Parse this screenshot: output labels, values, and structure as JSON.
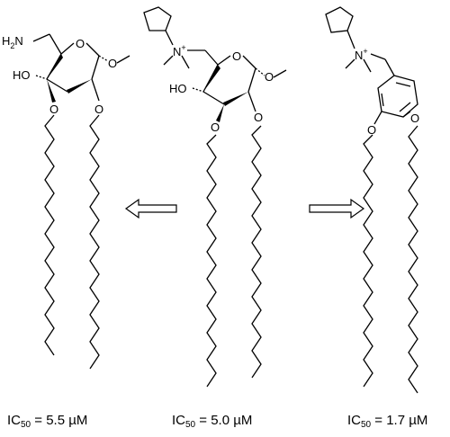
{
  "compounds": [
    {
      "substituent_label": "H2N",
      "substituent_main": "H",
      "substituent_sub": "2",
      "substituent_tail": "N",
      "hydroxyl_label": "HO",
      "ring_oxygen": "O",
      "methoxy_oxygen": "O",
      "ether_oxygens": [
        "O",
        "O"
      ],
      "ic50_prefix": "IC",
      "ic50_sub": "50",
      "ic50_value": " = 5.5 µM"
    },
    {
      "ammonium_label": "N",
      "ammonium_charge": "+",
      "hydroxyl_label": "HO",
      "ring_oxygen": "O",
      "methoxy_oxygen": "O",
      "ether_oxygens": [
        "O",
        "O"
      ],
      "ic50_prefix": "IC",
      "ic50_sub": "50",
      "ic50_value": " = 5.0 µM"
    },
    {
      "ammonium_label": "N",
      "ammonium_charge": "+",
      "ether_oxygens": [
        "O",
        "O"
      ],
      "ic50_prefix": "IC",
      "ic50_sub": "50",
      "ic50_value": " = 1.7 µM"
    }
  ],
  "arrows": [
    {
      "direction": "left",
      "name": "left-arrow"
    },
    {
      "direction": "right",
      "name": "right-arrow"
    }
  ]
}
